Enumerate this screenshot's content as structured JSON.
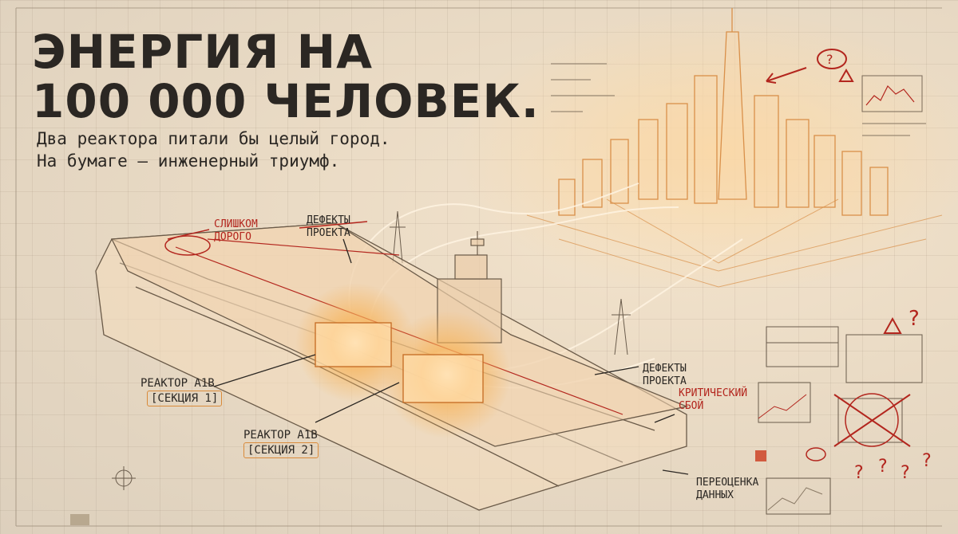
{
  "headline": {
    "line1": "ЭНЕРГИЯ НА",
    "line2": "100 000 ЧЕЛОВЕК."
  },
  "subtitle": {
    "line1": "Два реактора питали бы целый город.",
    "line2": "На бумаге — инженерный триумф."
  },
  "annotations": {
    "too_expensive": {
      "line1": "СЛИШКОМ",
      "line2": "ДОРОГО"
    },
    "design_defects_top": {
      "line1": "ДЕФЕКТЫ",
      "line2": "ПРОЕКТА"
    },
    "design_defects_right": {
      "line1": "ДЕФЕКТЫ",
      "line2": "ПРОЕКТА"
    },
    "critical_failure": {
      "line1": "КРИТИЧЕСКИЙ",
      "line2": "СБОЙ"
    },
    "data_reassessment": {
      "line1": "ПЕРЕОЦЕНКА",
      "line2": "ДАННЫХ"
    }
  },
  "reactors": [
    {
      "name": "РЕАКТОР A1B",
      "section": "[СЕКЦИЯ 1]"
    },
    {
      "name": "РЕАКТОР A1B",
      "section": "[СЕКЦИЯ 2]"
    }
  ],
  "colors": {
    "ink": "#2b2723",
    "annotation_red": "#b3261e",
    "glow": "#f5a84a",
    "paper": "#e9dac4"
  }
}
